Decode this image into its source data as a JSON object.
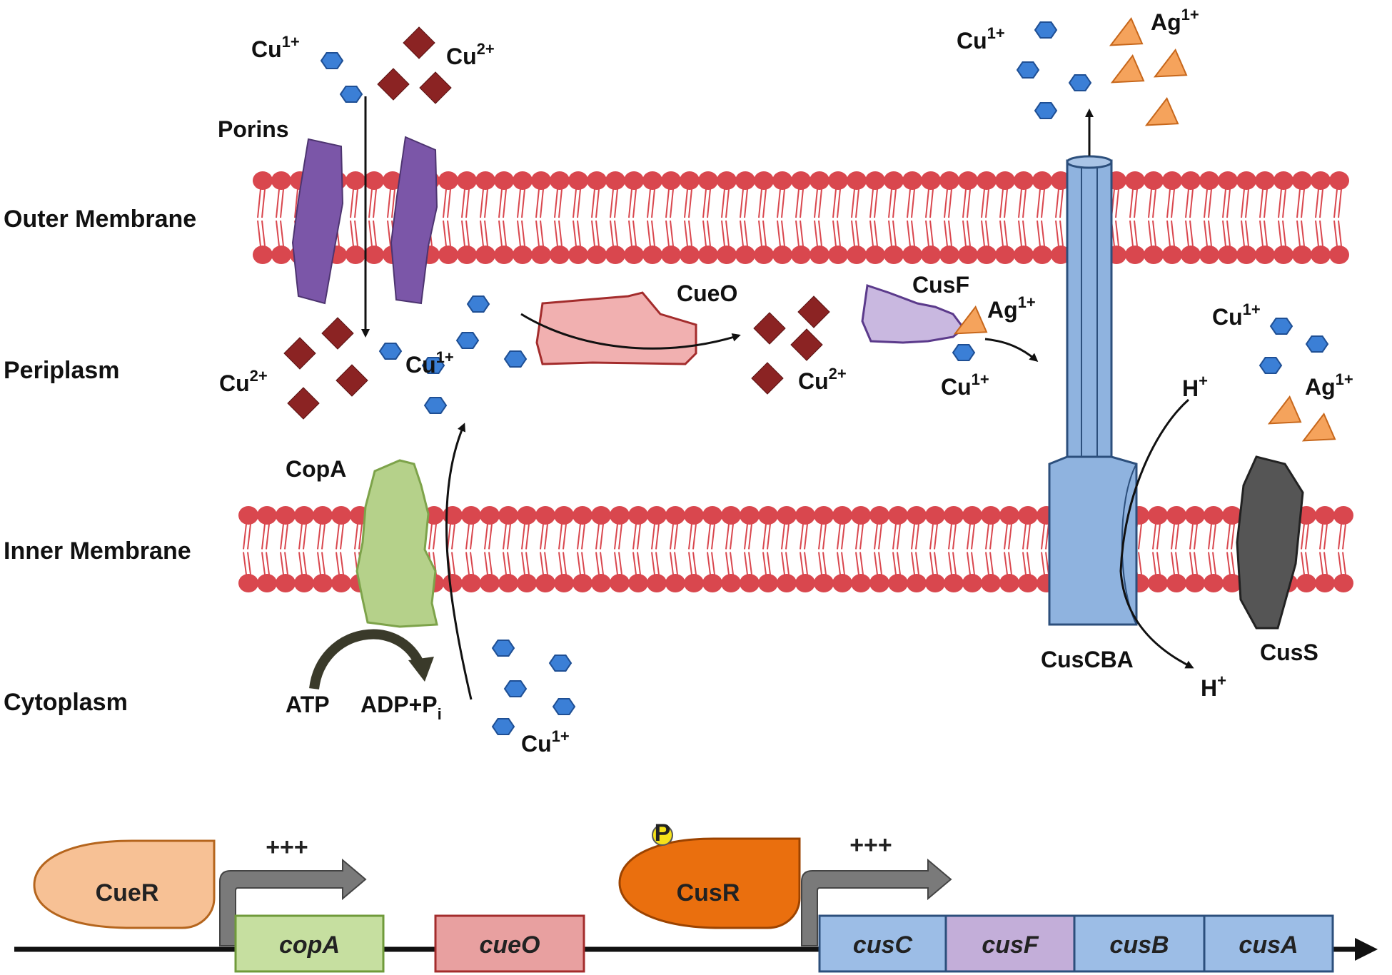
{
  "regions": {
    "outer_membrane": "Outer Membrane",
    "periplasm": "Periplasm",
    "inner_membrane": "Inner Membrane",
    "cytoplasm": "Cytoplasm"
  },
  "proteins": {
    "porins": "Porins",
    "cueo": "CueO",
    "cusf": "CusF",
    "copa": "CopA",
    "cuscba": "CusCBA",
    "cuss": "CusS"
  },
  "ions": {
    "cu1_base": "Cu",
    "cu1_sup": "1+",
    "cu2_base": "Cu",
    "cu2_sup": "2+",
    "ag1_base": "Ag",
    "ag1_sup": "1+",
    "h_base": "H",
    "h_sup": "+"
  },
  "energy": {
    "atp": "ATP",
    "adp": "ADP+P",
    "adp_sub": "i"
  },
  "operon": {
    "cuer": "CueR",
    "cusr": "CusR",
    "phospho": "P",
    "activation": "+++",
    "genes": [
      "copA",
      "cueO",
      "cusC",
      "cusF",
      "cusB",
      "cusA"
    ]
  },
  "colors": {
    "membrane": "#d9474e",
    "porin": "#7b56a8",
    "cu1": "#3b7fd6",
    "cu2": "#8b2323",
    "ag1": "#f5a35c",
    "copa": "#b5d18a",
    "cueo": "#f1b0b0",
    "cusf": "#c9b8e0",
    "cuscba": "#8fb3df",
    "cuss": "#555555",
    "cuer": "#f7c195",
    "cusr": "#ea6f0e",
    "gene_copa": "#c6dfa0",
    "gene_cueo": "#e8a0a0",
    "gene_cus": "#9cbde6",
    "gene_cusf": "#c3aed9"
  }
}
